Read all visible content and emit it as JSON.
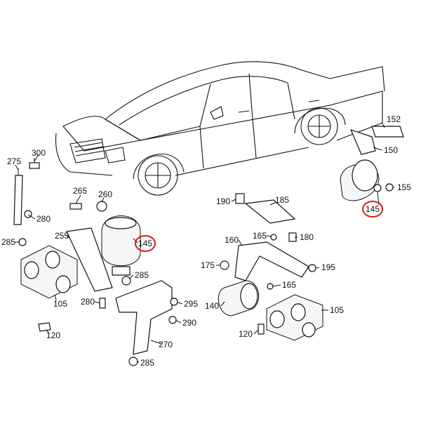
{
  "diagram": {
    "highlight_color": "#d61f1f",
    "labels": {
      "l300": "300",
      "l275": "275",
      "l265": "265",
      "l260": "260",
      "l280a": "280",
      "l255": "255",
      "l285a": "285",
      "l145a": "145",
      "l285b": "285",
      "l105a": "105",
      "l280b": "280",
      "l295": "295",
      "l290": "290",
      "l120a": "120",
      "l270": "270",
      "l285c": "285",
      "l152": "152",
      "l150": "150",
      "l155": "155",
      "l145b": "145",
      "l190": "190",
      "l185": "185",
      "l165a": "165",
      "l180": "180",
      "l160": "160",
      "l175": "175",
      "l195": "195",
      "l165b": "165",
      "l140": "140",
      "l105b": "105",
      "l120b": "120"
    }
  }
}
